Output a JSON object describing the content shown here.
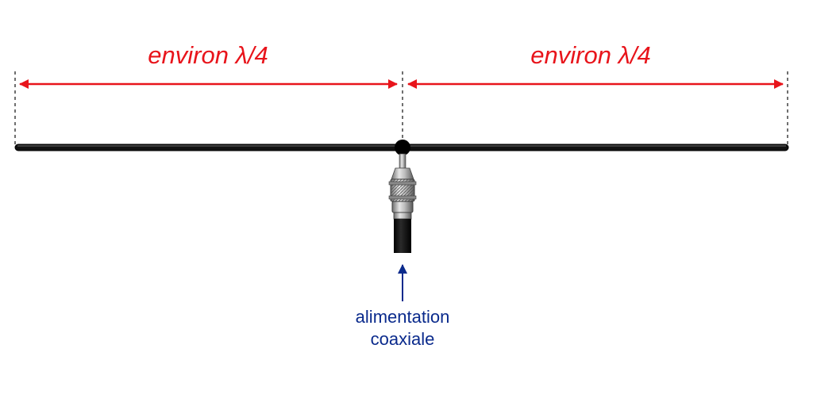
{
  "dimensions": {
    "left_label": "environ λ/4",
    "right_label": "environ λ/4"
  },
  "feed": {
    "line1": "alimentation",
    "line2": "coaxiale"
  },
  "colors": {
    "dimension": "#e8141b",
    "feed_text": "#0a2a8c",
    "antenna": "#111111"
  }
}
